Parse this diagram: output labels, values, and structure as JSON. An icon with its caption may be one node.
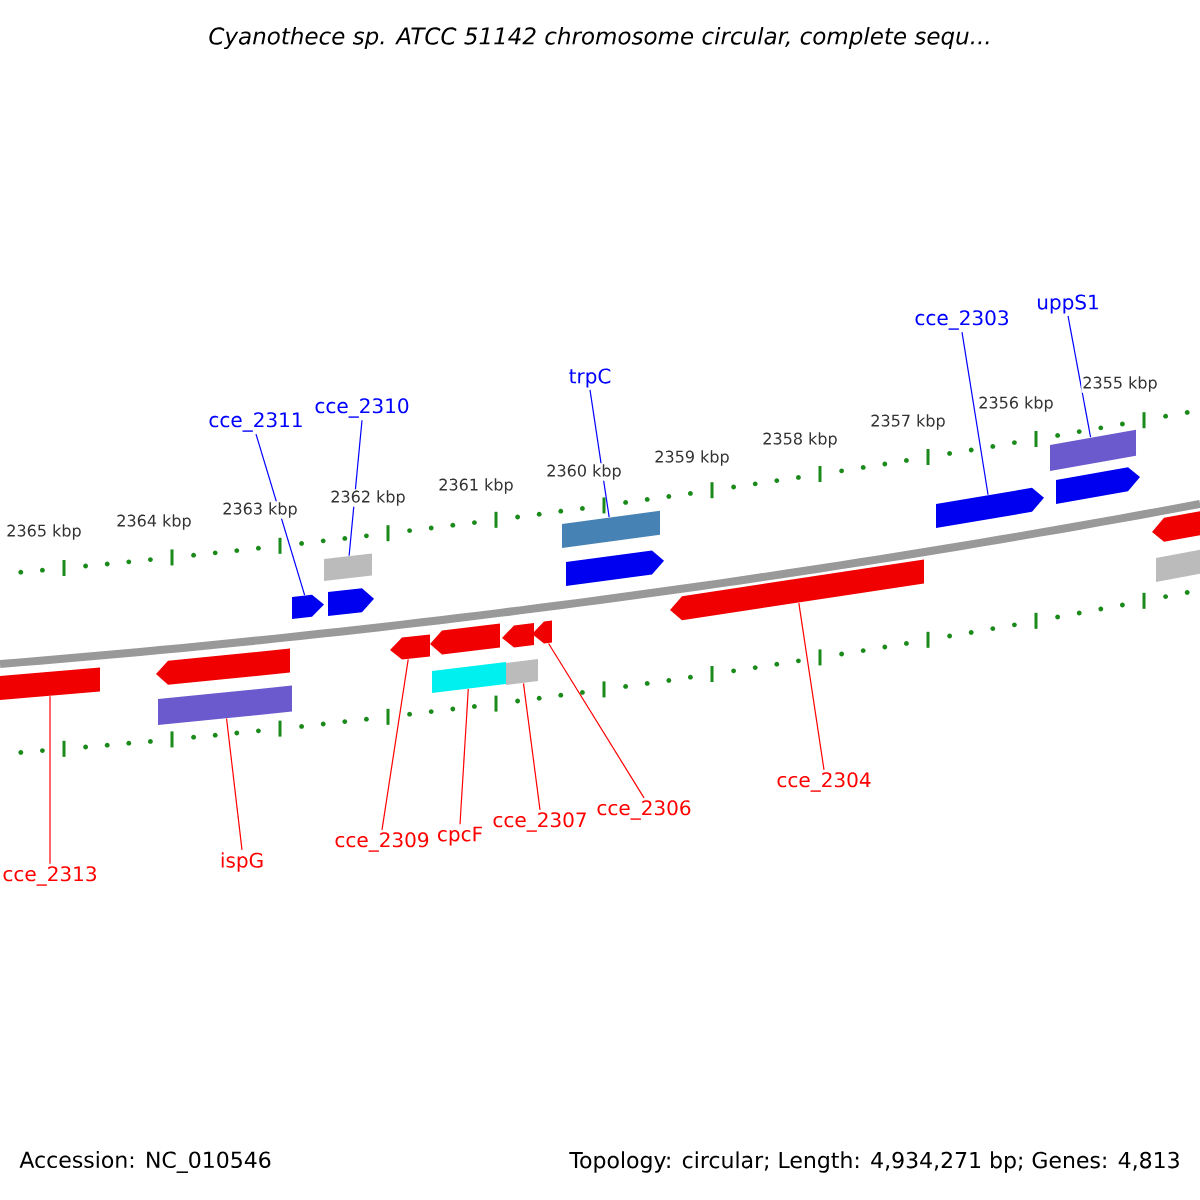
{
  "diagram": {
    "title": "Cyanothece sp. ATCC 51142 chromosome circular, complete sequ...",
    "nodes": [
      {
        "text": [
          "cce_2311"
        ]
      },
      {
        "text": [
          "cce_2310"
        ]
      },
      {
        "text": [
          "trpC"
        ]
      },
      {
        "text": [
          "cce_2303"
        ]
      },
      {
        "text": [
          "uppS1"
        ]
      },
      {
        "text": [
          "cce_2313"
        ]
      },
      {
        "text": [
          "ispG"
        ]
      },
      {
        "text": [
          "cce_2309"
        ]
      },
      {
        "text": [
          "cpcF"
        ]
      },
      {
        "text": [
          "cce_2307"
        ]
      },
      {
        "text": [
          "cce_2306"
        ]
      },
      {
        "text": [
          "cce_2304"
        ]
      },
      {
        "text": [],
        "shape": "bar"
      },
      {
        "text": [],
        "shape": "arrow"
      },
      {
        "text": [],
        "shape": "bar"
      },
      {
        "text": [],
        "shape": "arrow"
      },
      {
        "text": [],
        "shape": "arrow"
      },
      {
        "text": [],
        "shape": "bar"
      },
      {
        "text": [],
        "shape": "arrow"
      },
      {
        "text": [],
        "shape": "arrow"
      },
      {
        "text": [],
        "shape": "arrow"
      },
      {
        "text": [],
        "shape": "arrow"
      },
      {
        "text": [],
        "shape": "bar"
      },
      {
        "text": [],
        "shape": "bar"
      },
      {
        "text": [],
        "shape": "bar"
      },
      {
        "text": [],
        "shape": "arrow"
      },
      {
        "text": [],
        "shape": "arrow"
      },
      {
        "text": [],
        "shape": "arrow"
      },
      {
        "text": [],
        "shape": "bar"
      },
      {
        "text": [],
        "shape": "arrow"
      },
      {
        "text": [],
        "shape": "arrow"
      },
      {
        "text": [],
        "shape": "bar"
      }
    ],
    "edges": [
      {
        "from": 0,
        "to": 15,
        "arrow": "none",
        "color": "#0000ff"
      },
      {
        "from": 1,
        "to": 17,
        "arrow": "none",
        "color": "#0000ff"
      },
      {
        "from": 2,
        "to": 24,
        "arrow": "none",
        "color": "#0000ff"
      },
      {
        "from": 3,
        "to": 27,
        "arrow": "none",
        "color": "#0000ff"
      },
      {
        "from": 4,
        "to": 28,
        "arrow": "none",
        "color": "#0000ff"
      },
      {
        "from": 5,
        "to": 12,
        "arrow": "none"
      },
      {
        "from": 6,
        "to": 14,
        "arrow": "none"
      },
      {
        "from": 7,
        "to": 18,
        "arrow": "none"
      },
      {
        "from": 8,
        "to": 22,
        "arrow": "none"
      },
      {
        "from": 9,
        "to": 23,
        "arrow": "none"
      },
      {
        "from": 10,
        "to": 21,
        "arrow": "none"
      },
      {
        "from": 11,
        "to": 26,
        "arrow": "none"
      }
    ],
    "labels": [
      "2365 kbp",
      "2364 kbp",
      "2363 kbp",
      "2362 kbp",
      "2361 kbp",
      "2360 kbp",
      "2359 kbp",
      "2358 kbp",
      "2357 kbp",
      "2356 kbp",
      "2355 kbp",
      "Accession: NC_010546",
      "Topology: circular; Length: 4,934,271 bp; Genes: 4,813"
    ]
  }
}
